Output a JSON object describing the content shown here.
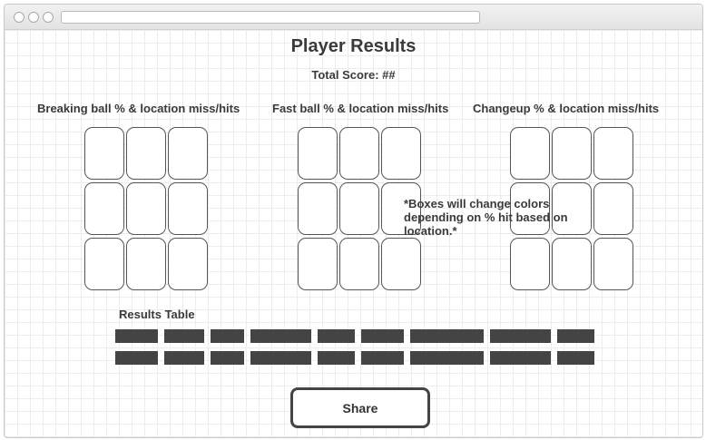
{
  "page": {
    "title": "Player Results",
    "total_score": "Total Score: ##"
  },
  "pitch_groups": [
    {
      "label": "Breaking ball % & location miss/hits",
      "zone_cells": 9
    },
    {
      "label": "Fast ball % & location miss/hits",
      "zone_cells": 9
    },
    {
      "label": "Changeup % & location miss/hits",
      "zone_cells": 9
    }
  ],
  "note": "*Boxes will change colors depending on % hit based on location.*",
  "results_table": {
    "heading": "Results Table",
    "rows": 2,
    "columns": 9
  },
  "share_button": {
    "label": "Share"
  },
  "colors": {
    "placeholder_bar": "#444444",
    "cell_border": "#555555",
    "grid_line": "#ececec"
  }
}
